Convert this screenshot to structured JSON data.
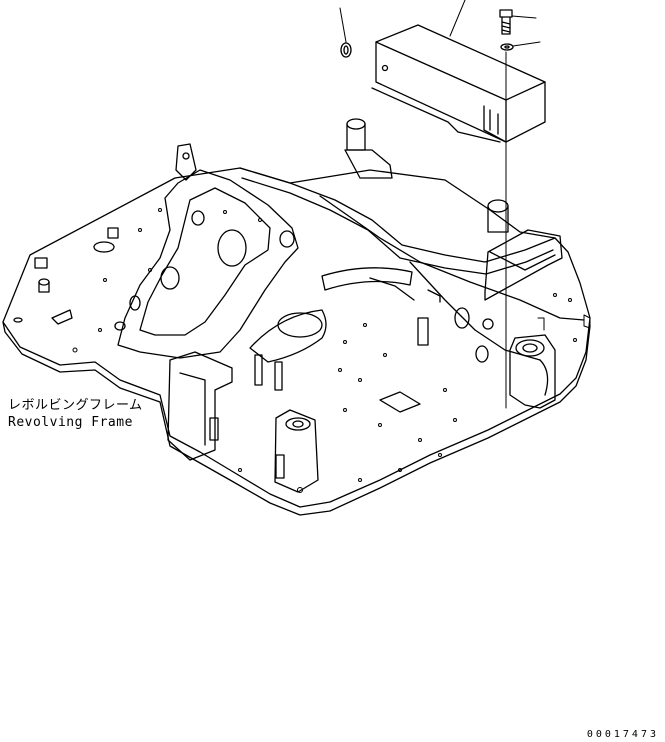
{
  "labels": {
    "part_name_jp": "レボルビングフレーム",
    "part_name_en": "Revolving Frame"
  },
  "drawing_number": "00017473",
  "colors": {
    "line": "#000000",
    "background": "#ffffff"
  }
}
